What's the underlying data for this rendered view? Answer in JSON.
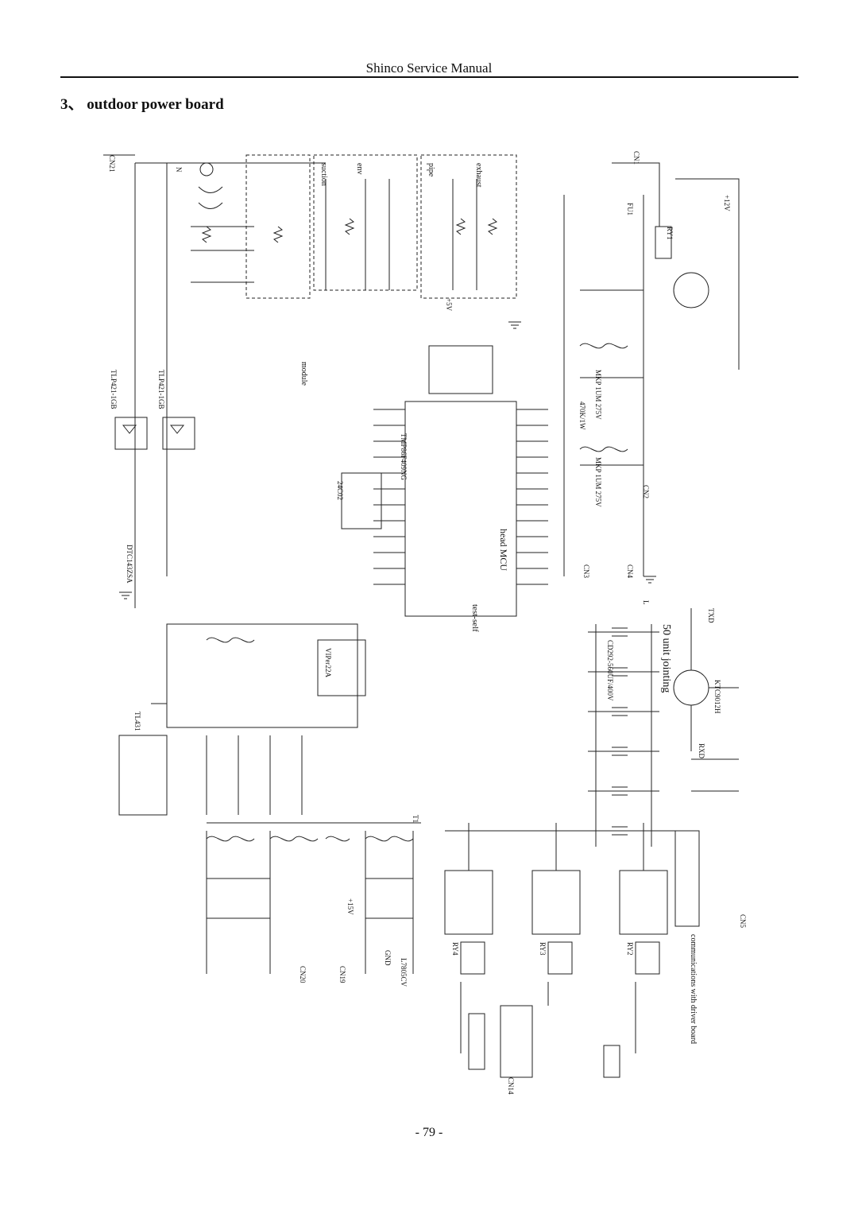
{
  "header": {
    "title": "Shinco Service Manual"
  },
  "section": {
    "title": "3、 outdoor power board"
  },
  "schematic": {
    "labels": {
      "head_mcu": "head MCU",
      "unit_jointing": "50 unit jointing",
      "driver_board": "communications with driver board",
      "test_self": "test-self",
      "module": "module",
      "suction": "suction",
      "pipe": "pipe",
      "exhaust": "exhaust",
      "env": "env",
      "mcu_part": "TMP86F409NG",
      "eeprom": "24C02",
      "pwm_ic": "VIPer22A",
      "regulator": "L7805CV",
      "optocoupler_1": "TLP421-1GB",
      "optocoupler_2": "TLP421-1GB",
      "reference": "TL431",
      "transformer": "T1",
      "transistor_q1": "DTC143ZSA",
      "transistor_q2": "KTC9012H",
      "relay_1": "RY1",
      "relay_2": "RY2",
      "relay_3": "RY3",
      "relay_4": "RY4",
      "fuse": "FU1",
      "mkp_1": "MKP 1UM 275V",
      "mkp_2": "MKP 1UM 275V",
      "res_r11": "470K/1W",
      "caps_e": "CD292-560UF/400V",
      "cn1": "CN1",
      "cn2": "CN2",
      "cn3": "CN3",
      "cn4": "CN4",
      "cn5": "CN5",
      "cn14": "CN14",
      "cn19": "CN19",
      "cn20": "CN20",
      "cn21": "CN21",
      "plus12v": "+12V",
      "plus5v": "+5V",
      "plus15v": "+15V",
      "gnd": "GND",
      "txd": "TXD",
      "rxd": "RXD",
      "l_line": "L",
      "n_line": "N"
    }
  },
  "page": {
    "number": "- 79 -"
  }
}
